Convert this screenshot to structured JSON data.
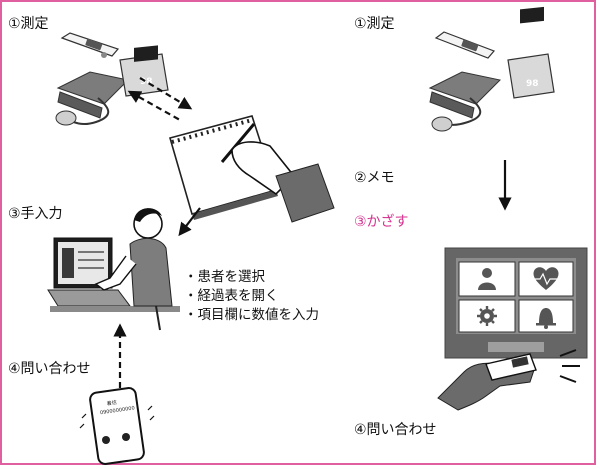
{
  "left": {
    "step1": "①測定",
    "step3": "③手入力",
    "step4": "④問い合わせ",
    "bullets": [
      "・患者を選択",
      "・経過表を開く",
      "・項目欄に数値を入力"
    ]
  },
  "right": {
    "step1": "①測定",
    "step2": "②メモ",
    "step3": "③かざす",
    "step4": "④問い合わせ"
  },
  "device": {
    "monitor_reading": "98"
  },
  "phone": {
    "caller": "着信",
    "number": "09000000000"
  },
  "colors": {
    "frame": "#e0609f",
    "highlight": "#d4338f",
    "ink": "#222222",
    "gray_dark": "#3a3a3a",
    "gray_mid": "#9a9a9a"
  },
  "icons": [
    "thermometer-icon",
    "blood-pressure-monitor-icon",
    "notepad-icon",
    "writing-hand-icon",
    "nurse-at-laptop-icon",
    "smartphone-icon",
    "tablet-terminal-icon",
    "person-icon",
    "heart-pulse-icon",
    "gear-icon",
    "bell-icon",
    "hand-holding-thermometer-icon"
  ]
}
